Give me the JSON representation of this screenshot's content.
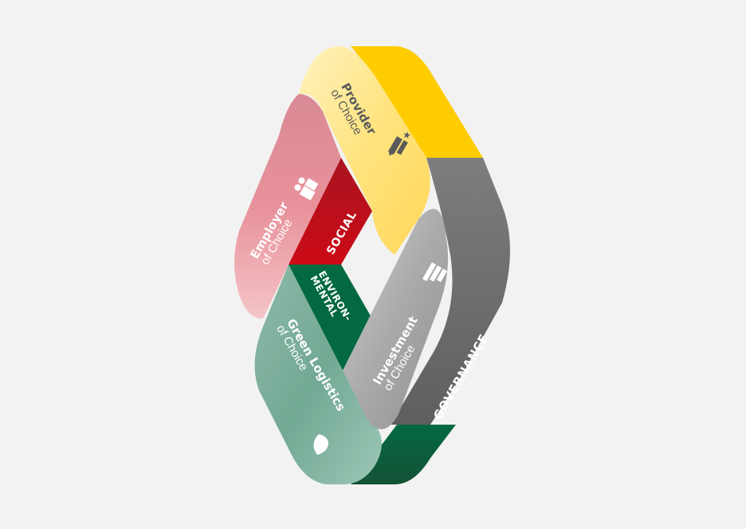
{
  "diagram": {
    "background": "#f2f2f2",
    "pillars": [
      {
        "id": "social",
        "label": "SOCIAL",
        "color": "#c8101b"
      },
      {
        "id": "environmental",
        "label_line1": "ENVIRON-",
        "label_line2": "MENTAL",
        "color": "#036941"
      },
      {
        "id": "governance",
        "label": "GOVERNANCE",
        "color": "#6a6a6a"
      }
    ],
    "bands": [
      {
        "id": "provider",
        "title": "Provider",
        "subtitle": "of Choice",
        "icon": "handshake-truck-icon",
        "color": "#ffe27a",
        "text_color": "#5a5a5a"
      },
      {
        "id": "employer",
        "title": "Employer",
        "subtitle": "of Choice",
        "icon": "people-icon",
        "color": "#e88a92",
        "text_color": "#ffffff"
      },
      {
        "id": "green",
        "title": "Green Logistics",
        "subtitle": "of Choice",
        "icon": "leaf-icon",
        "color": "#7fb4a0",
        "text_color": "#ffffff"
      },
      {
        "id": "investment",
        "title": "Investment",
        "subtitle": "of Choice",
        "icon": "growth-chart-icon",
        "color": "#a8a8a8",
        "text_color": "#ffffff"
      }
    ],
    "accent_yellow": "#ffcc00",
    "accent_green_dark": "#0b5a3a"
  }
}
